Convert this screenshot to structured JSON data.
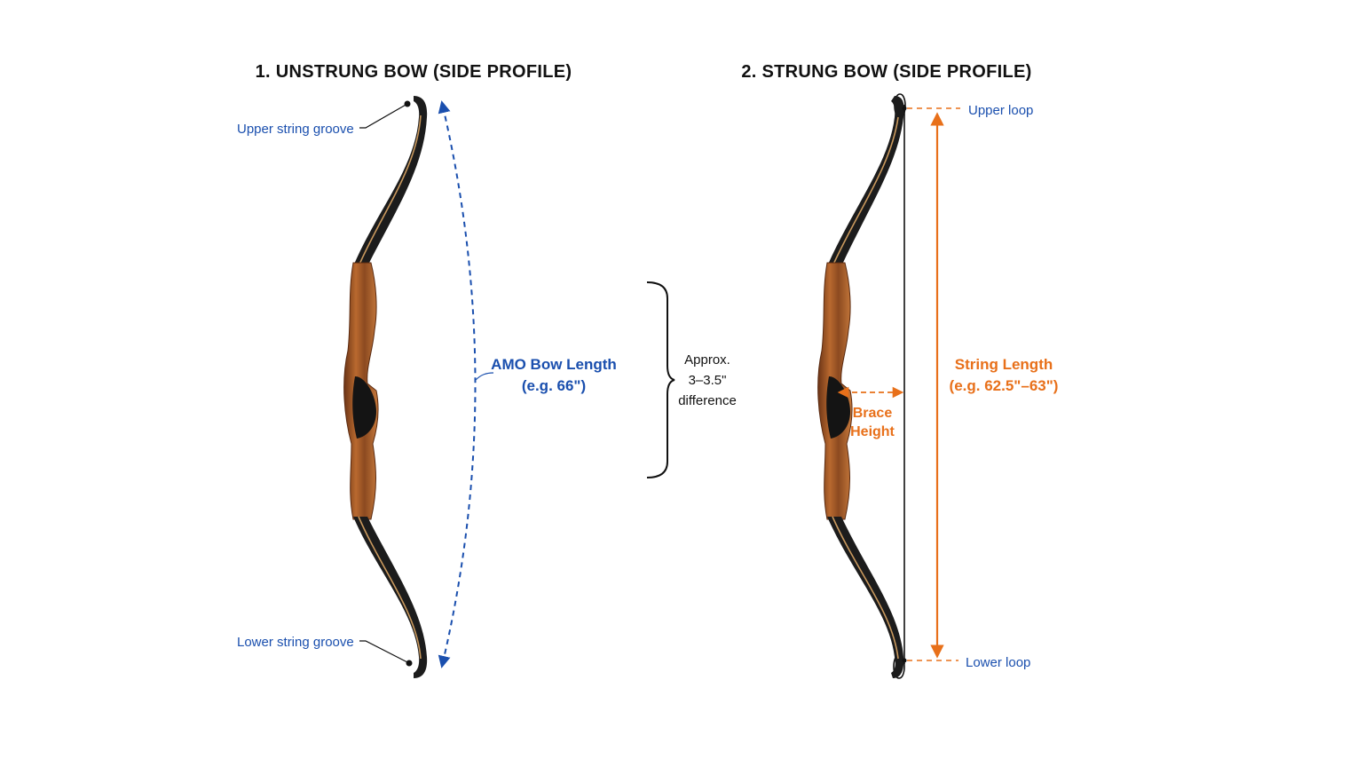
{
  "panels": {
    "unstrung": {
      "title": "1. UNSTRUNG BOW (SIDE PROFILE)",
      "upper_groove": "Upper string groove",
      "lower_groove": "Lower string groove",
      "amo_line1": "AMO Bow Length",
      "amo_line2": "(e.g. 66\")"
    },
    "difference": {
      "line1": "Approx.",
      "line2": "3–3.5\"",
      "line3": "difference"
    },
    "strung": {
      "title": "2. STRUNG BOW (SIDE PROFILE)",
      "upper_loop": "Upper loop",
      "lower_loop": "Lower loop",
      "string_line1": "String Length",
      "string_line2": "(e.g. 62.5\"–63\")",
      "brace_line1": "Brace",
      "brace_line2": "Height"
    }
  },
  "colors": {
    "blue": "#1a4fae",
    "orange": "#e8701a",
    "wood": "#a0582a",
    "limb": "#1c1c1c",
    "grip": "#141414"
  }
}
